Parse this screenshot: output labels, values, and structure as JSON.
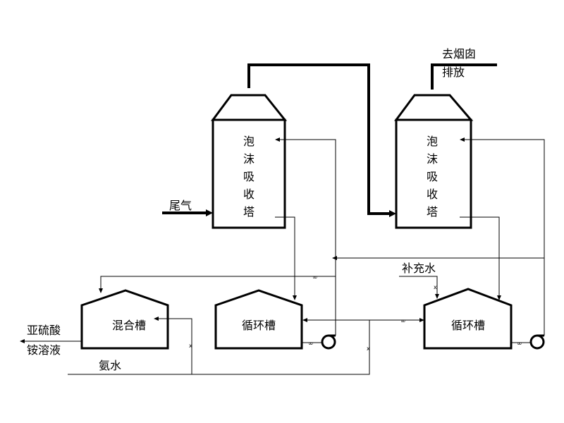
{
  "towers": [
    {
      "chars": [
        "泡",
        "沫",
        "吸",
        "收",
        "塔"
      ]
    },
    {
      "chars": [
        "泡",
        "沫",
        "吸",
        "收",
        "塔"
      ]
    }
  ],
  "tanks": {
    "mix": "混合槽",
    "circ1": "循环槽",
    "circ2": "循环槽"
  },
  "labels": {
    "tail_gas": "尾气",
    "to_chimney": "去烟囱",
    "discharge": "排放",
    "makeup_water": "补充水",
    "product_line1": "亚硫酸",
    "product_line2": "铵溶液",
    "ammonia_water": "氨水"
  }
}
